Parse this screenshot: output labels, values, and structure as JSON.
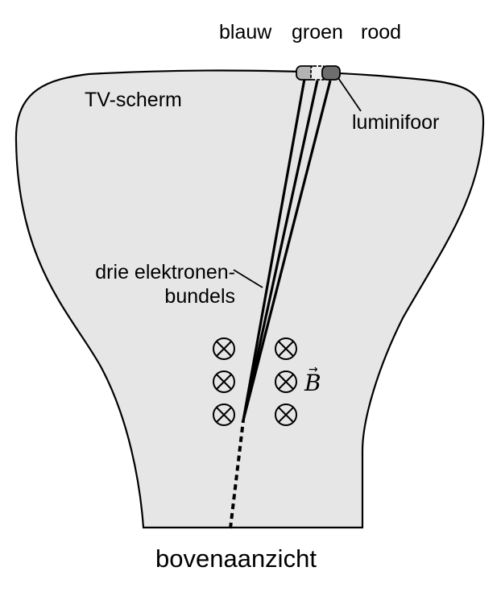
{
  "labels": {
    "color_blue": "blauw",
    "color_green": "groen",
    "color_red": "rood",
    "screen": "TV-scherm",
    "phosphor": "luminifoor",
    "beams_line1": "drie elektronen-",
    "beams_line2": "bundels",
    "field": "B",
    "view": "bovenaanzicht"
  },
  "field": {
    "direction": "into-page",
    "symbol_count": 6
  },
  "colors": {
    "tube_fill": "#e6e6e6",
    "outline": "#000000",
    "phosphor_blue": "#b3b3b3",
    "phosphor_green": "#ededed",
    "phosphor_red": "#6e6e6e"
  }
}
